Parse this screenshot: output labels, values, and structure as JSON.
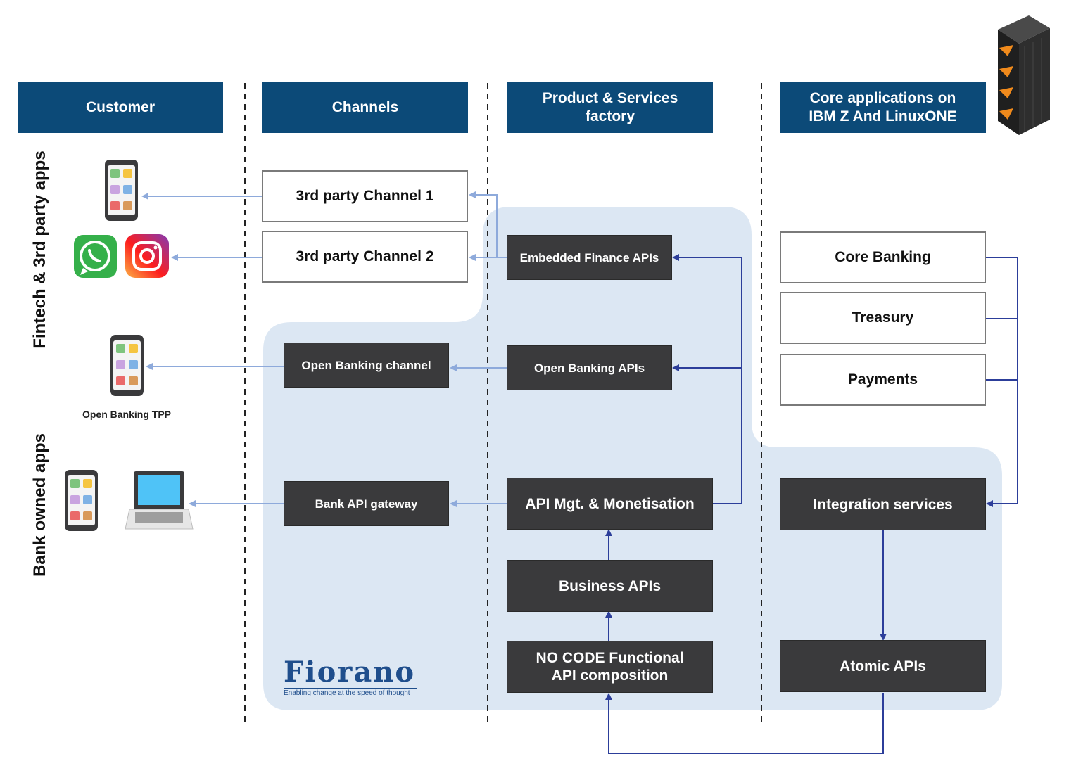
{
  "headers": {
    "customer": "Customer",
    "channels": "Channels",
    "product_services": "Product & Services\nfactory",
    "core_apps": "Core applications on\nIBM Z And LinuxONE"
  },
  "side_labels": {
    "fintech": "Fintech & 3rd  party apps",
    "bank_owned": "Bank owned apps"
  },
  "customer": {
    "open_banking_tpp": "Open Banking TPP"
  },
  "channels": {
    "third_party_1": "3rd party Channel 1",
    "third_party_2": "3rd party Channel 2",
    "open_banking_channel": "Open Banking channel",
    "bank_api_gateway": "Bank API gateway"
  },
  "factory": {
    "embedded_finance": "Embedded Finance APIs",
    "open_banking_apis": "Open Banking APIs",
    "api_mgt": "API Mgt. & Monetisation",
    "business_apis": "Business APIs",
    "no_code": "NO CODE Functional\nAPI composition"
  },
  "core": {
    "core_banking": "Core Banking",
    "treasury": "Treasury",
    "payments": "Payments",
    "integration_services": "Integration services",
    "atomic_apis": "Atomic APIs"
  },
  "logo": {
    "name": "Fiorano",
    "tagline": "Enabling change at the speed of thought"
  },
  "colors": {
    "header_blue": "#0c4a78",
    "dark_box": "#3a3a3c",
    "region_blue": "#dce7f3",
    "arrow_dark": "#2c3e9a",
    "arrow_light": "#8eaadb"
  }
}
